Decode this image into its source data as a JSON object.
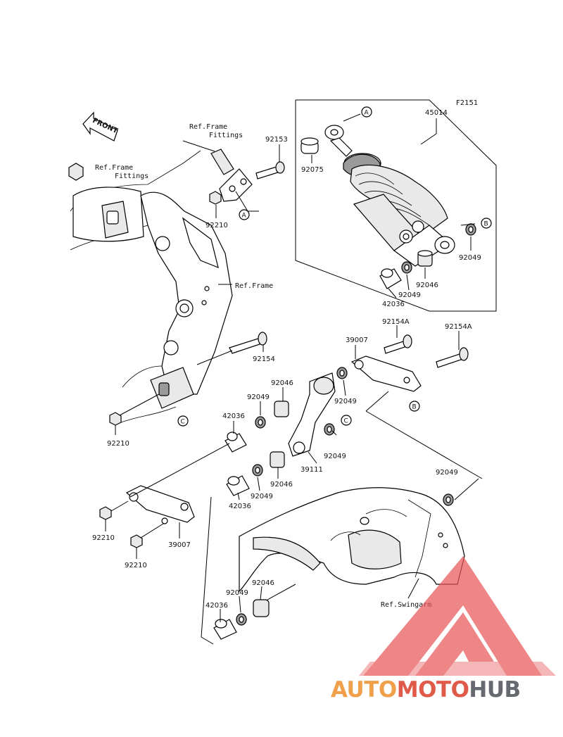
{
  "diagram_code": "F2151",
  "front_label": "FRONT",
  "refs": {
    "frame_fittings_top": [
      "Ref.Frame",
      "Fittings"
    ],
    "frame_fittings_left": [
      "Ref.Frame",
      "Fittings"
    ],
    "frame": "Ref.Frame",
    "swingarm": "Ref.Swingarm"
  },
  "callouts": [
    "A",
    "B",
    "C"
  ],
  "parts": {
    "shock_absorber": "45014",
    "bushing_top": "92075",
    "bolt_top": "92153",
    "nut_top": "92210",
    "oil_seal_shock": "92049",
    "needle_bearing_shock": "92046",
    "sleeve_shock": "42036",
    "bolt_link": "92154",
    "tie_rod": "39007",
    "bolt_a1": "92154A",
    "bolt_a2": "92154A",
    "rocker_arm": "39111",
    "sleeve": "42036",
    "oil_seal": "92049",
    "needle_bearing": "92046",
    "nut": "92210"
  },
  "watermark": {
    "brand_part1": "AUTO",
    "brand_part2": "MOTO",
    "brand_part3": "HUB",
    "colors": {
      "triangle": "#e8585a",
      "auto": "#f0a04a",
      "moto": "#e05a4a",
      "hub": "#666a70"
    }
  }
}
